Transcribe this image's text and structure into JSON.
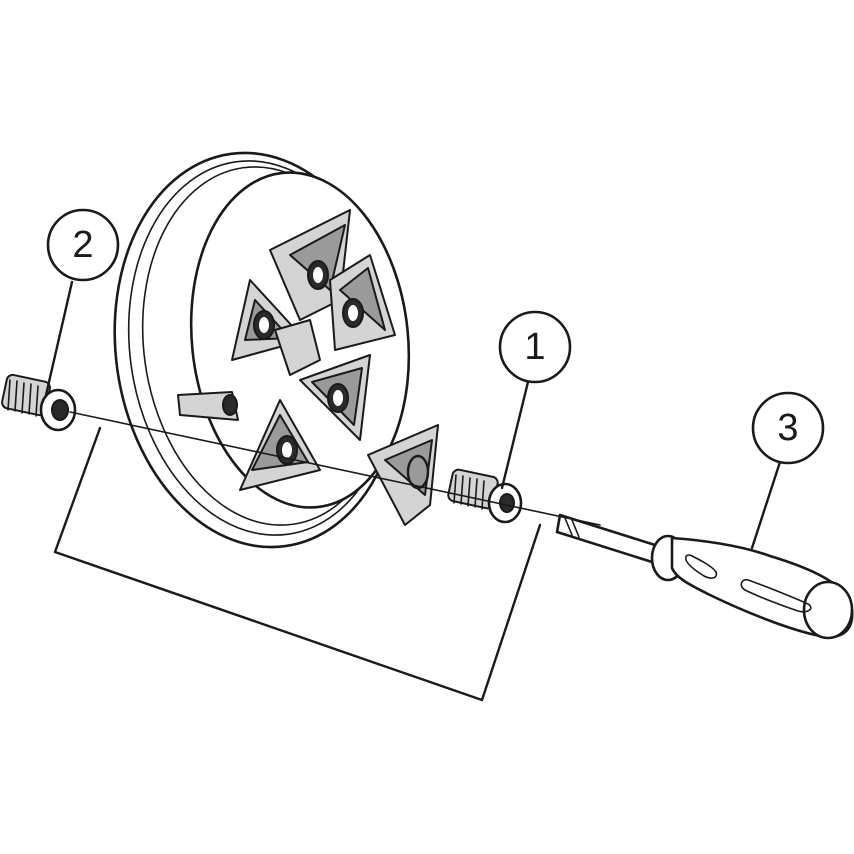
{
  "callouts": [
    {
      "id": "1",
      "label": "1"
    },
    {
      "id": "2",
      "label": "2"
    },
    {
      "id": "3",
      "label": "3"
    }
  ],
  "colors": {
    "line": "#1a1a1a",
    "shade": "#9a9a9a",
    "light": "#d4d4d4",
    "background": "#ffffff"
  }
}
